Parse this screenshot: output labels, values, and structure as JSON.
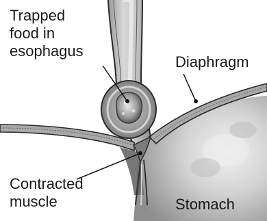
{
  "labels": {
    "trapped_food": [
      "Trapped",
      "food in",
      "esophagus"
    ],
    "diaphragm": "Diaphragm",
    "contracted_muscle": [
      "Contracted",
      "muscle"
    ],
    "stomach": "Stomach"
  },
  "colors": {
    "background": "#ffffff",
    "tissue_light": "#d9d9d9",
    "tissue_mid": "#b3b3b3",
    "tissue_dark": "#6e6e6e",
    "outline": "#2b2b2b",
    "leader": "#111111"
  }
}
